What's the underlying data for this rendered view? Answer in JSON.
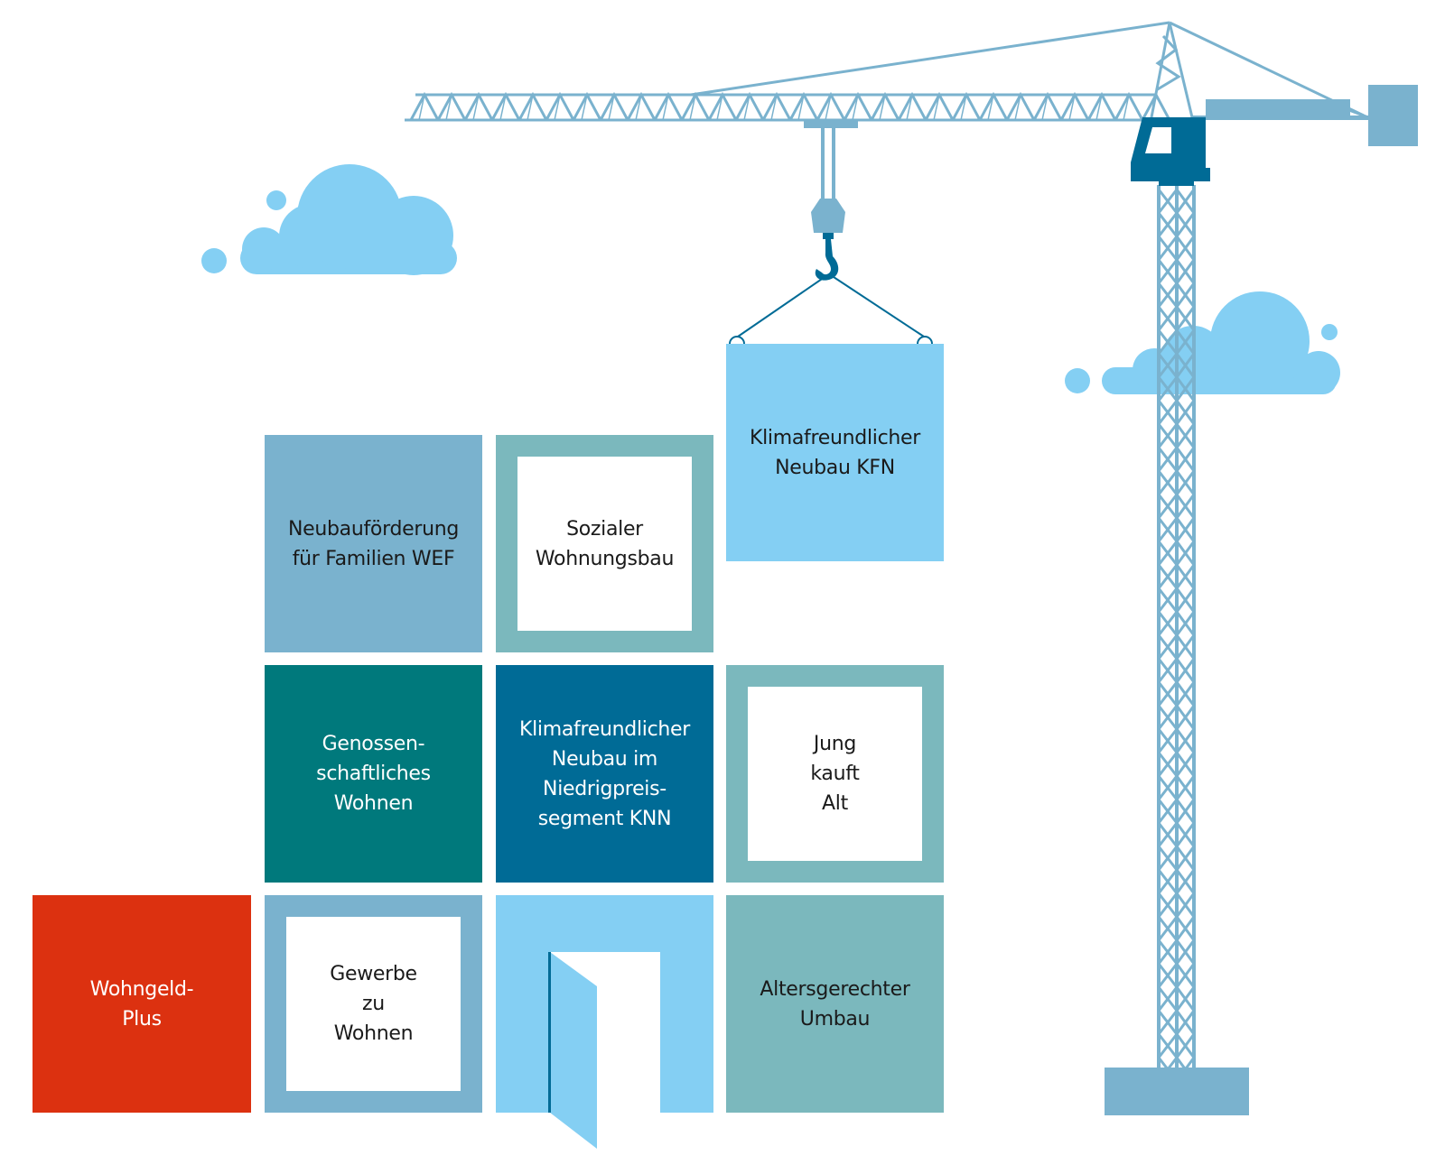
{
  "title": "Wohnungsbau-Förderprogramme",
  "colors": {
    "steel": "#7ab2ce",
    "cabin": "#006b96",
    "sky_blue": "#84cff3",
    "teal_dark": "#00797c",
    "petrol": "#006b96",
    "teal_light": "#7bb8bd",
    "red": "#dc3110",
    "white": "#ffffff"
  },
  "blocks": {
    "wef": {
      "label": "Neubauförderung\nfür Familien WEF",
      "style": "solid",
      "color": "#7ab2ce",
      "text": "dark"
    },
    "sozial": {
      "label": "Sozialer\nWohnungsbau",
      "style": "framed",
      "color": "#7bb8bd",
      "text": "dark"
    },
    "kfn": {
      "label": "Klimafreundlicher\nNeubau KFN",
      "style": "solid",
      "color": "#84cff3",
      "text": "dark"
    },
    "genossen": {
      "label": "Genossen-\nschaftliches\nWohnen",
      "style": "solid",
      "color": "#00797c",
      "text": "light"
    },
    "knn": {
      "label": "Klimafreundlicher\nNeubau im\nNiedrigpreis-\nsegment KNN",
      "style": "solid",
      "color": "#006b96",
      "text": "light"
    },
    "jung": {
      "label": "Jung\nkauft\nAlt",
      "style": "framed",
      "color": "#7bb8bd",
      "text": "dark"
    },
    "wohngeld": {
      "label": "Wohngeld-\nPlus",
      "style": "solid",
      "color": "#dc3110",
      "text": "light"
    },
    "gewerbe": {
      "label": "Gewerbe\nzu\nWohnen",
      "style": "framed",
      "color": "#7ab2ce",
      "text": "dark"
    },
    "door": {
      "label": "",
      "style": "door",
      "color": "#84cff3",
      "text": "none"
    },
    "alter": {
      "label": "Altersgerechter\nUmbau",
      "style": "solid",
      "color": "#7bb8bd",
      "text": "dark"
    }
  },
  "icons": [
    "crane-icon",
    "crane-hook-icon",
    "cloud-icon",
    "door-icon"
  ]
}
